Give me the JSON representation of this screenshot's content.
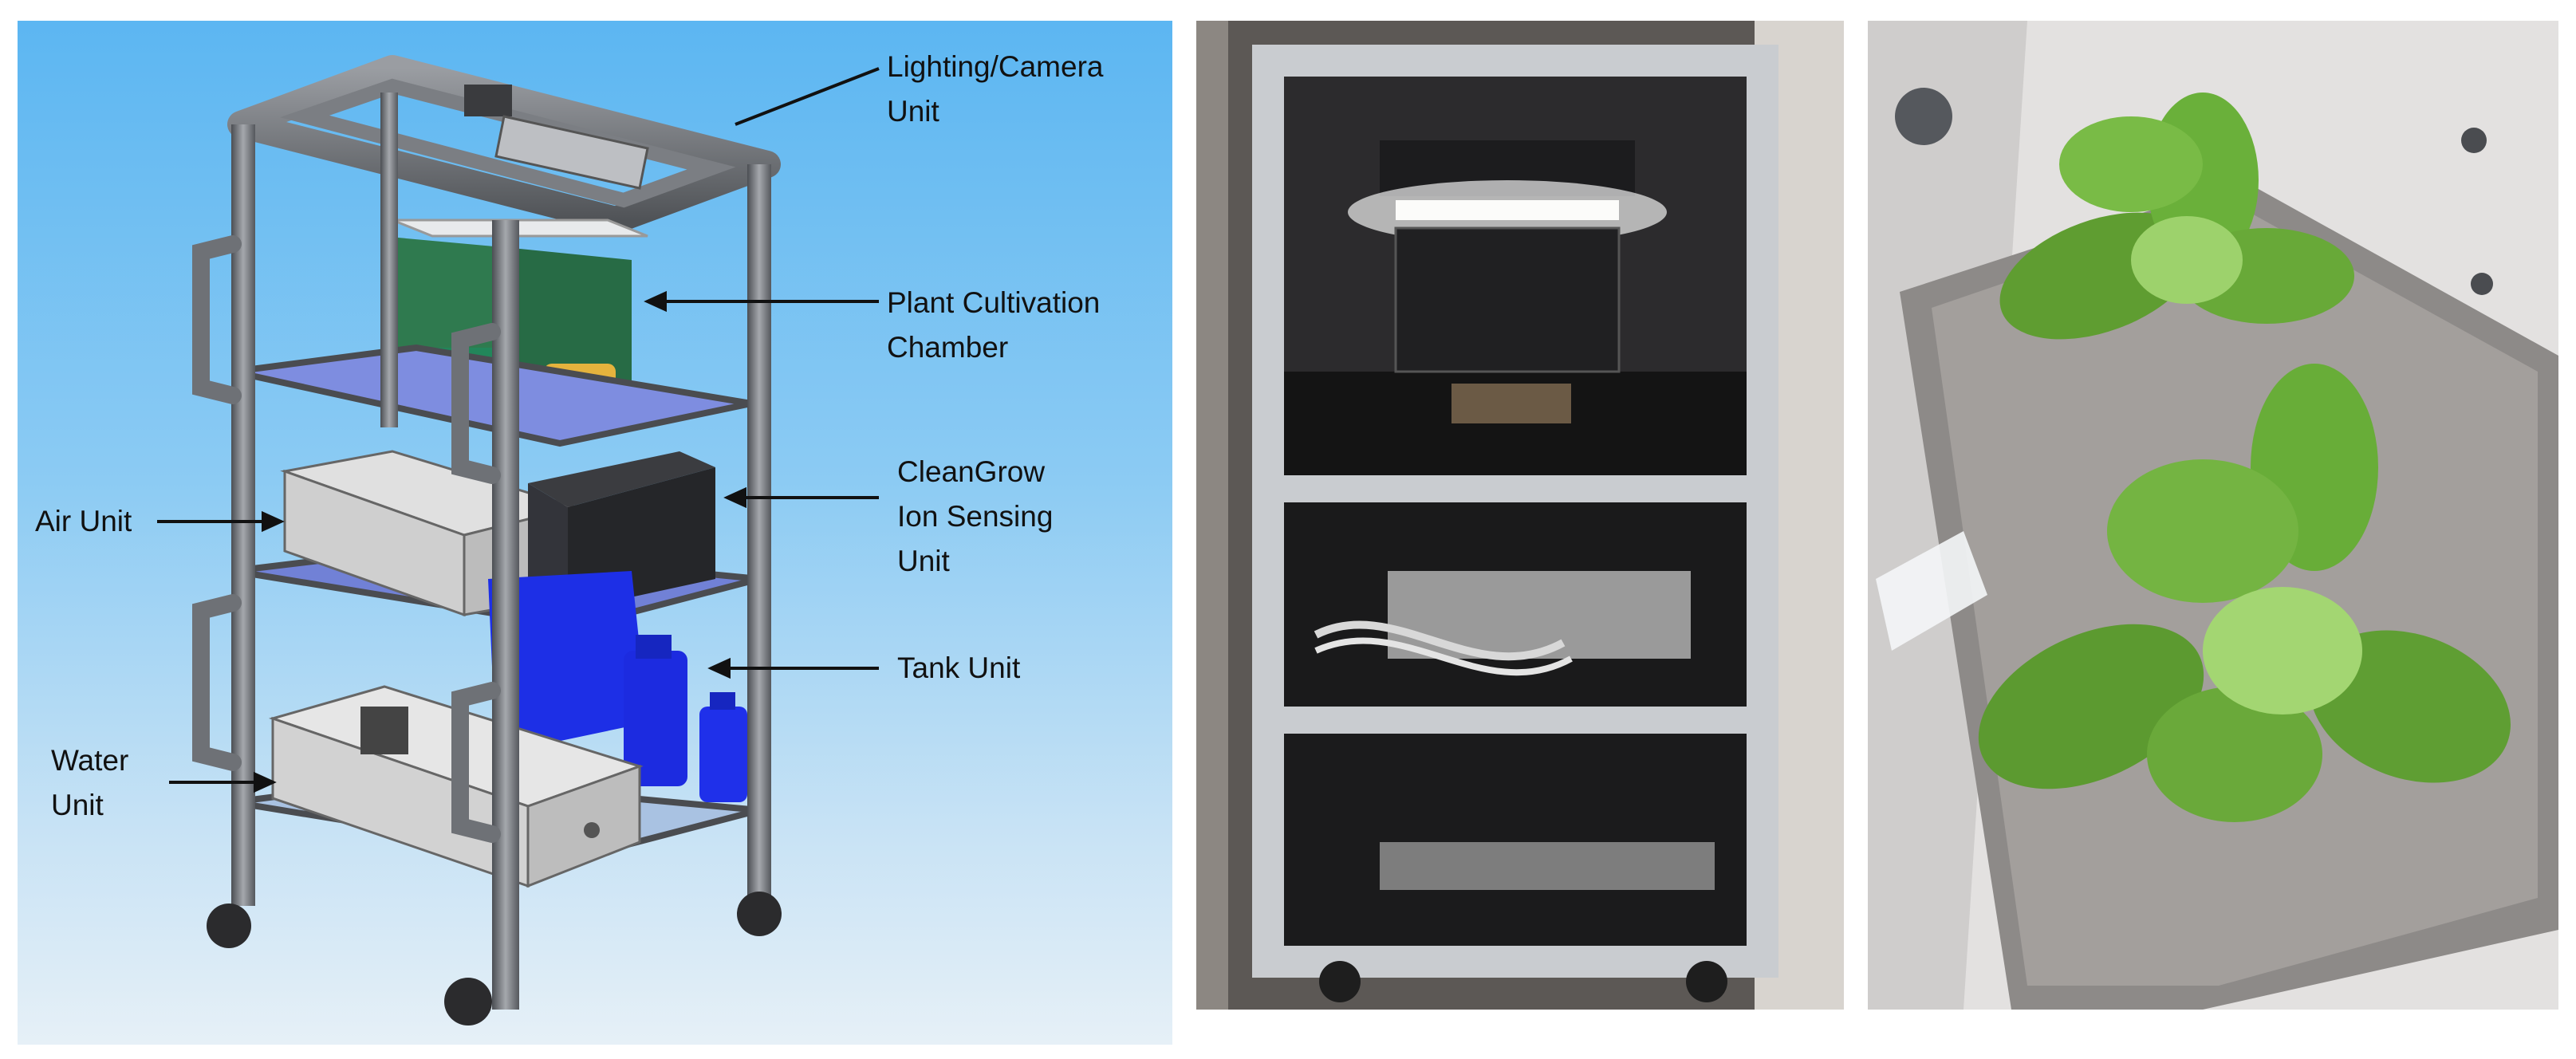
{
  "figure": {
    "labels": {
      "lighting_camera": "Lighting/Camera\nUnit",
      "plant_chamber": "Plant Cultivation\nChamber",
      "cleangrow": "CleanGrow\nIon Sensing\nUnit",
      "tank": "Tank Unit",
      "air": "Air Unit",
      "water": "Water\nUnit"
    },
    "colors": {
      "cad_background": "#6fbdf2",
      "frame": "#7a7d82",
      "shelf": "#6f7fd8",
      "tank": "#1f2fe0",
      "box": "#d6d6d6",
      "leaf": "#6fae3a"
    }
  }
}
